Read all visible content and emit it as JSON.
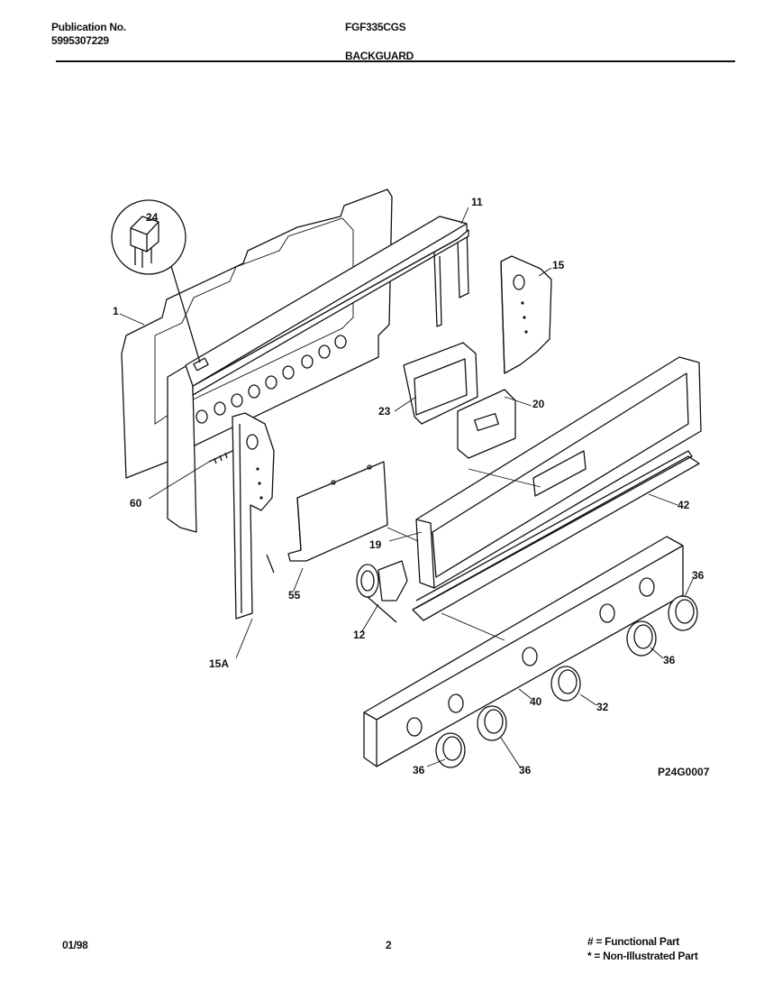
{
  "header": {
    "publication_label": "Publication No.",
    "publication_number": "5995307229",
    "model": "FGF335CGS",
    "section": "BACKGUARD"
  },
  "callouts": [
    "24",
    "11",
    "15",
    "1",
    "23",
    "20",
    "60",
    "42",
    "19",
    "55",
    "36",
    "12",
    "36",
    "15A",
    "40",
    "32",
    "36",
    "36"
  ],
  "figure_code": "P24G0007",
  "footer": {
    "date": "01/98",
    "page": "2",
    "legend": [
      {
        "symbol": "#",
        "text": "= Functional Part"
      },
      {
        "symbol": "*",
        "text": "= Non-Illustrated Part"
      }
    ]
  }
}
